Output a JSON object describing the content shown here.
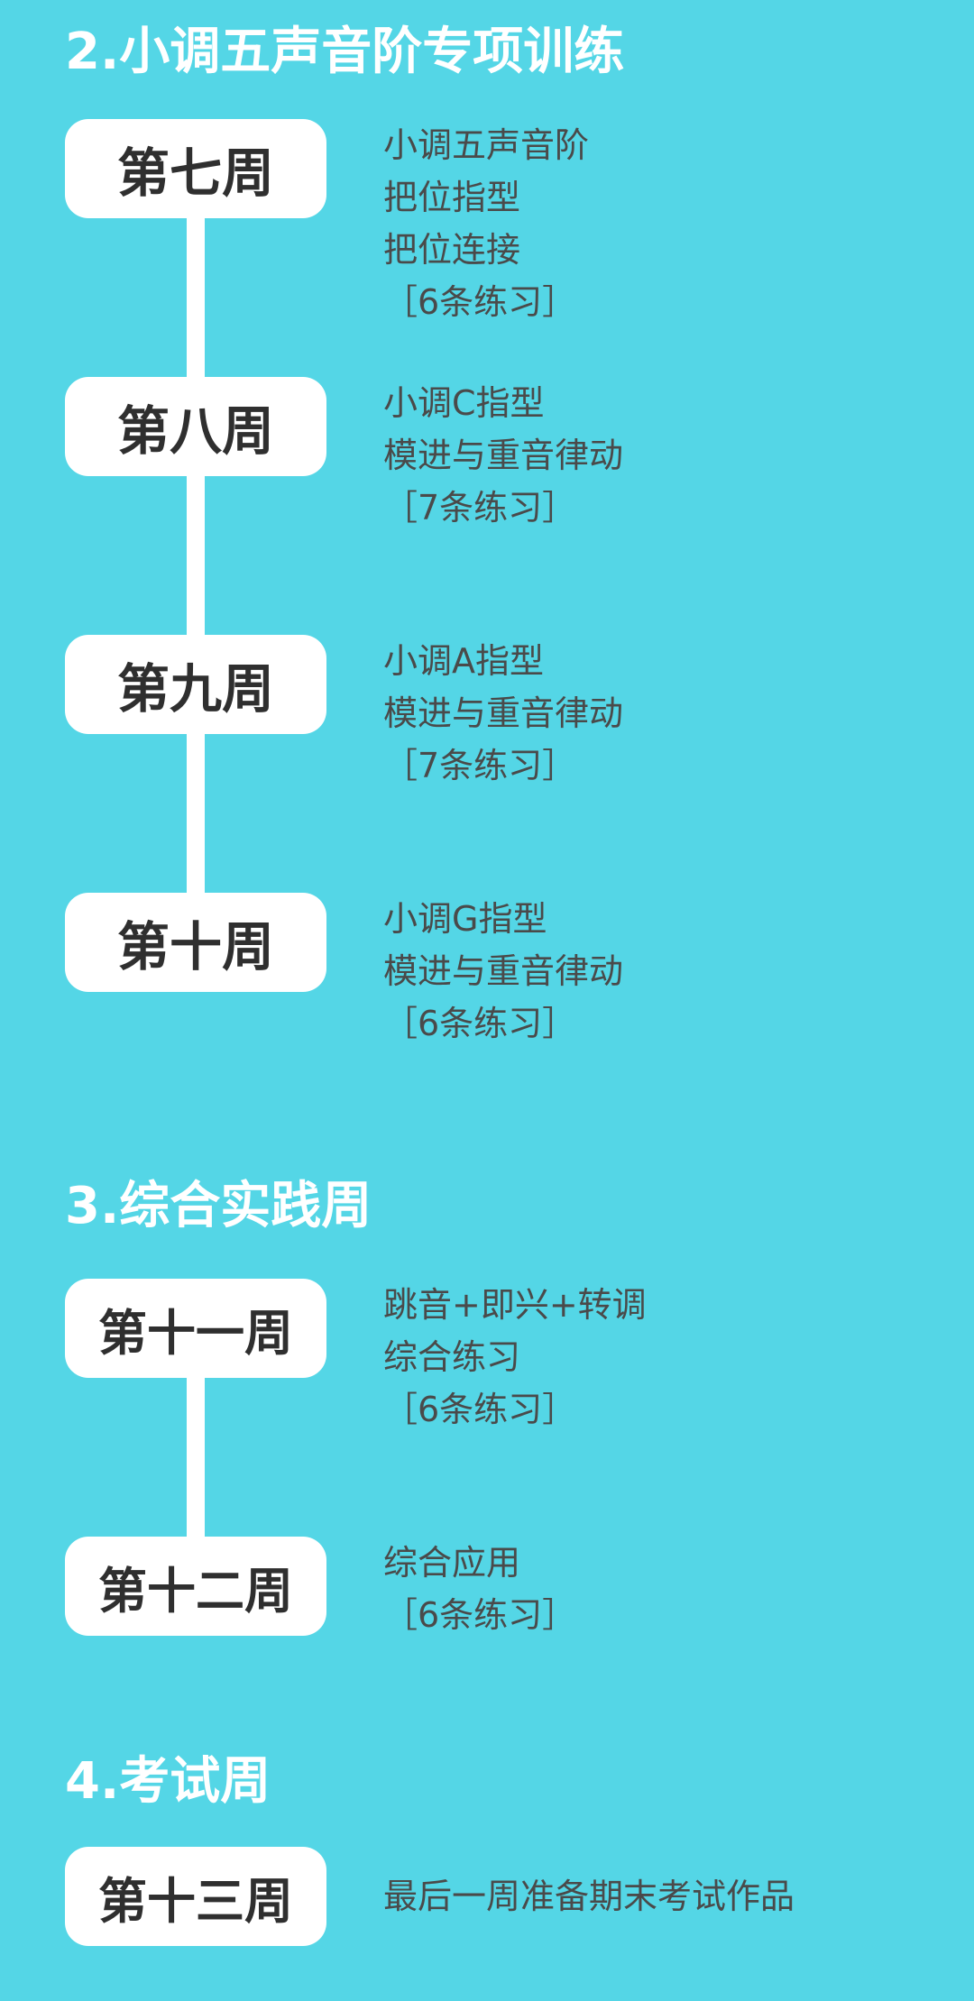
{
  "sections": [
    {
      "title": "2.小调五声音阶专项训练",
      "weeks": [
        {
          "label": "第七周",
          "lines": [
            "小调五声音阶",
            "把位指型",
            "把位连接",
            "［6条练习］"
          ]
        },
        {
          "label": "第八周",
          "lines": [
            "小调C指型",
            "模进与重音律动",
            "［7条练习］"
          ]
        },
        {
          "label": "第九周",
          "lines": [
            "小调A指型",
            "模进与重音律动",
            "［7条练习］"
          ]
        },
        {
          "label": "第十周",
          "lines": [
            "小调G指型",
            "模进与重音律动",
            "［6条练习］"
          ]
        }
      ]
    },
    {
      "title": "3.综合实践周",
      "weeks": [
        {
          "label": "第十一周",
          "lines": [
            "跳音+即兴+转调",
            "综合练习",
            "［6条练习］"
          ]
        },
        {
          "label": "第十二周",
          "lines": [
            "综合应用",
            "［6条练习］"
          ]
        }
      ]
    },
    {
      "title": "4.考试周",
      "weeks": [
        {
          "label": "第十三周",
          "lines": [
            "最后一周准备期末考试作品"
          ]
        }
      ]
    }
  ]
}
